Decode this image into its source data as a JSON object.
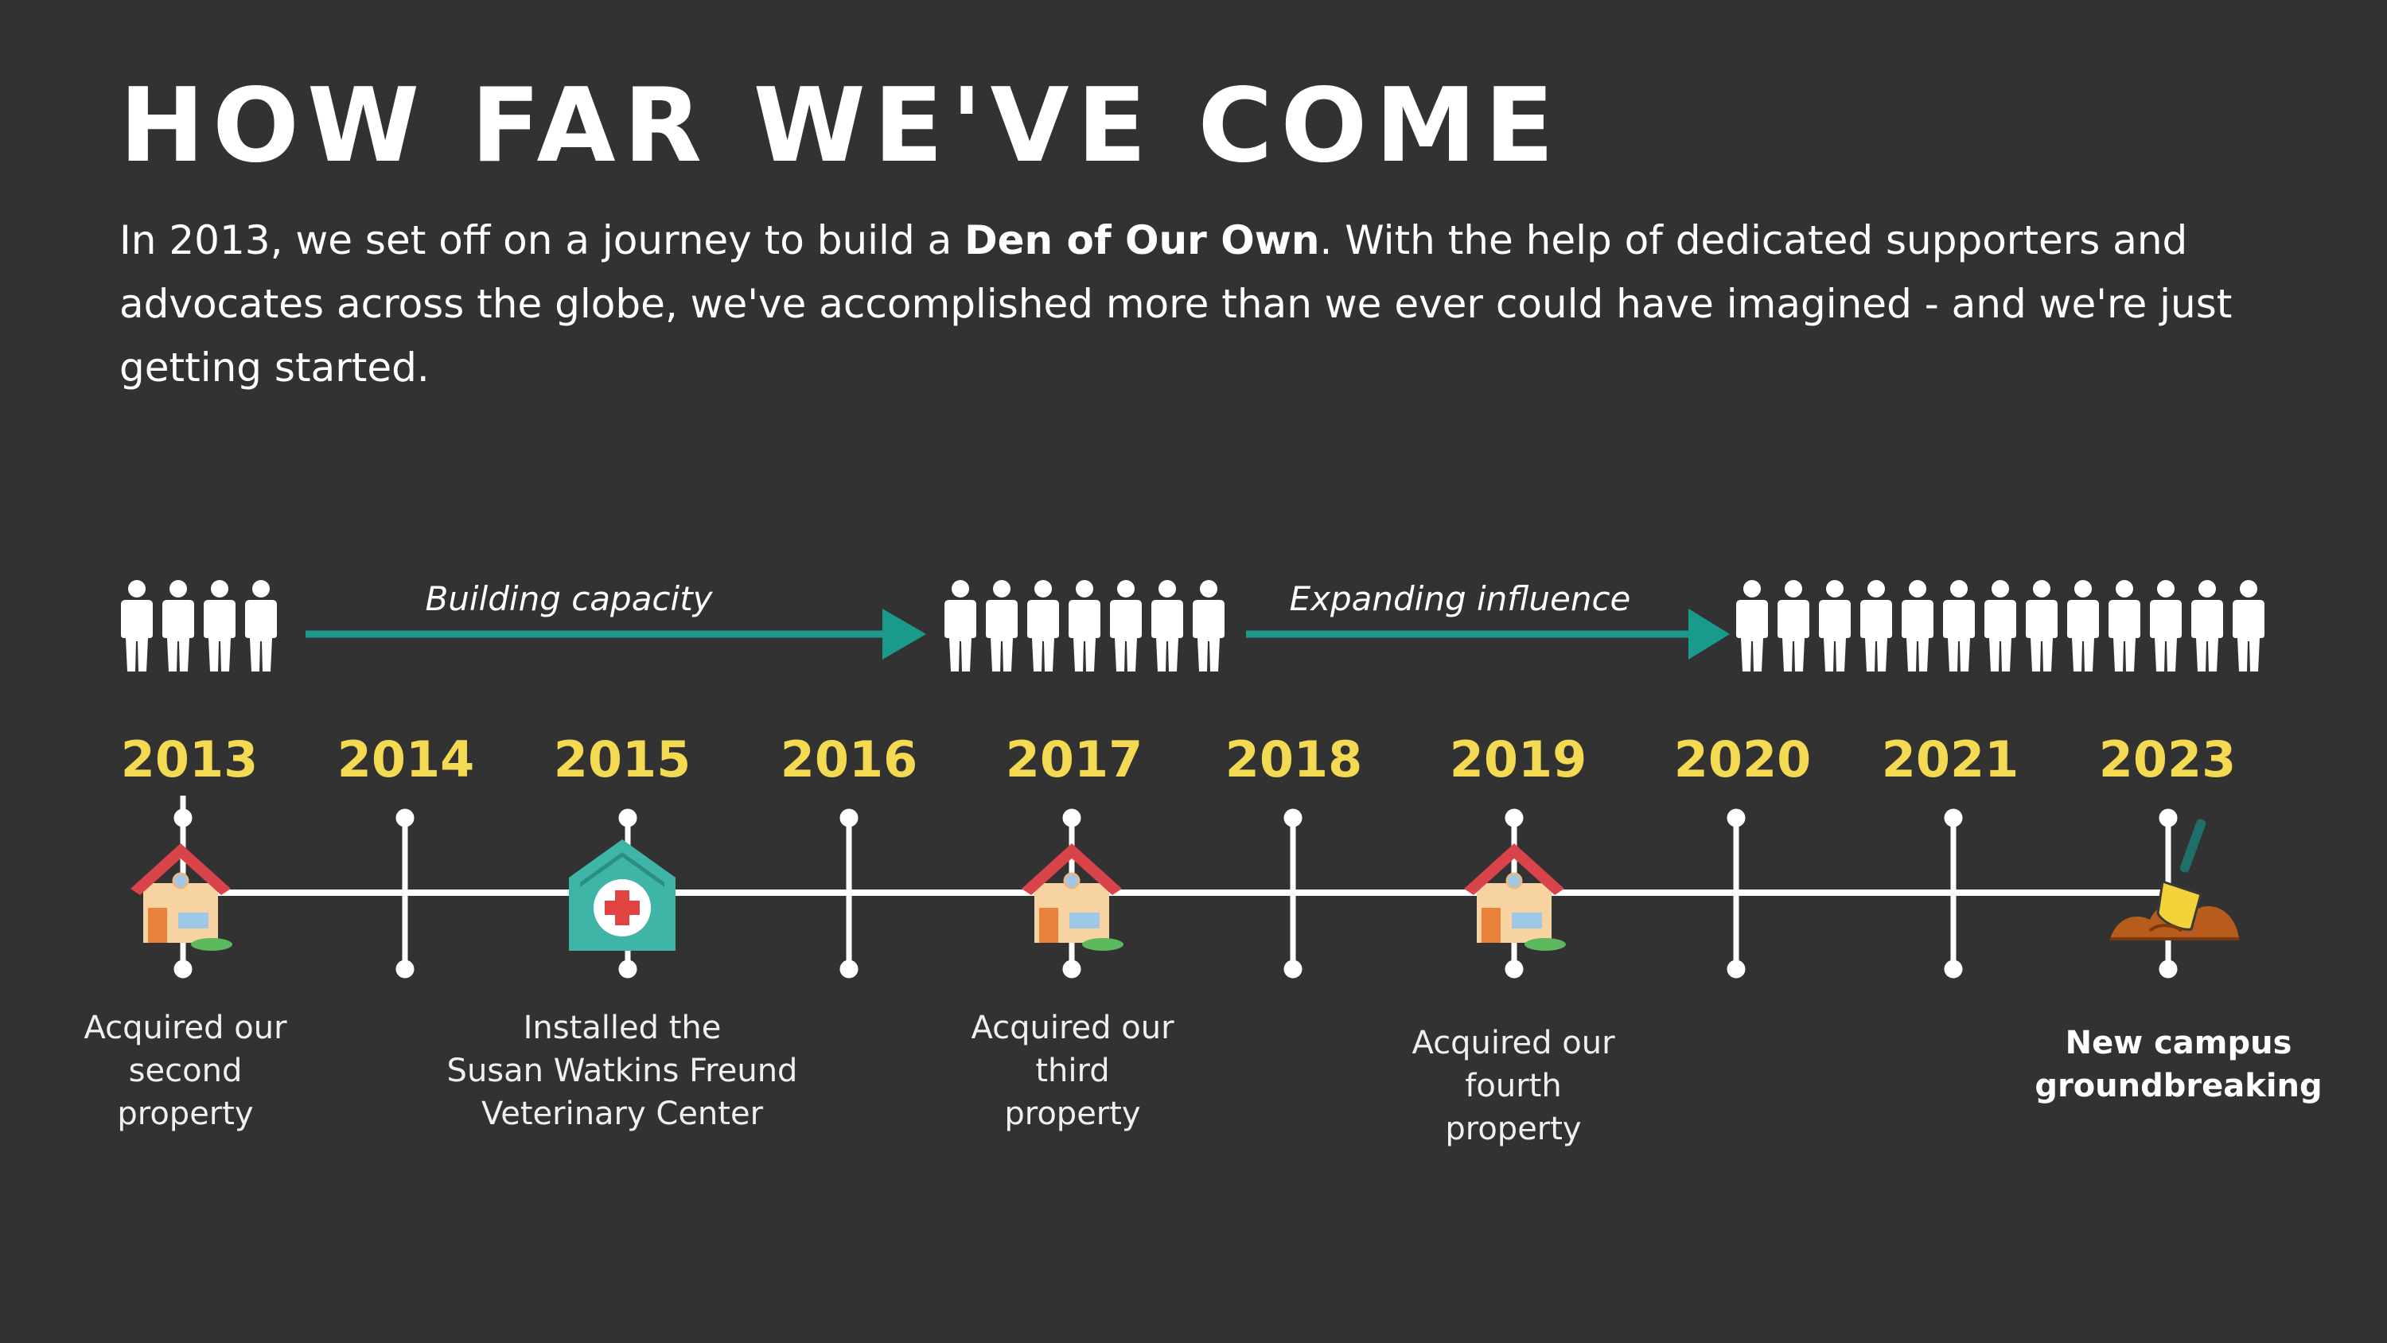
{
  "title": "HOW FAR WE'VE COME",
  "intro": {
    "before": "In 2013, we set off on a journey to build a ",
    "highlight": "Den of Our Own",
    "after": ". With the help of dedicated supporters and advocates across the globe, we've accomplished more than we ever could have imagined - and we're just getting started."
  },
  "growth": {
    "stage1_people": 4,
    "arrow1_label": "Building capacity",
    "stage2_people": 7,
    "arrow2_label": "Expanding influence",
    "stage3_people": 13
  },
  "years": [
    "2013",
    "2014",
    "2015",
    "2016",
    "2017",
    "2018",
    "2019",
    "2020",
    "2021",
    "2023"
  ],
  "milestones": [
    {
      "year": "2013",
      "icon": "house-icon",
      "lines": [
        "Acquired our",
        "second",
        "property"
      ]
    },
    {
      "year": "2015",
      "icon": "veterinary-center-icon",
      "lines": [
        "Installed the",
        "Susan Watkins Freund",
        "Veterinary Center"
      ]
    },
    {
      "year": "2017",
      "icon": "house-icon",
      "lines": [
        "Acquired our",
        "third",
        "property"
      ]
    },
    {
      "year": "2019",
      "icon": "house-icon",
      "lines": [
        "Acquired our",
        "fourth",
        "property"
      ]
    },
    {
      "year": "2023",
      "icon": "shovel-groundbreaking-icon",
      "lines": [
        "New campus",
        "groundbreaking"
      ]
    }
  ],
  "colors": {
    "background": "#323232",
    "year_text": "#f4d952",
    "arrow": "#1a9a8a",
    "house_roof": "#d9434a",
    "vet_center": "#3fb5a7"
  }
}
